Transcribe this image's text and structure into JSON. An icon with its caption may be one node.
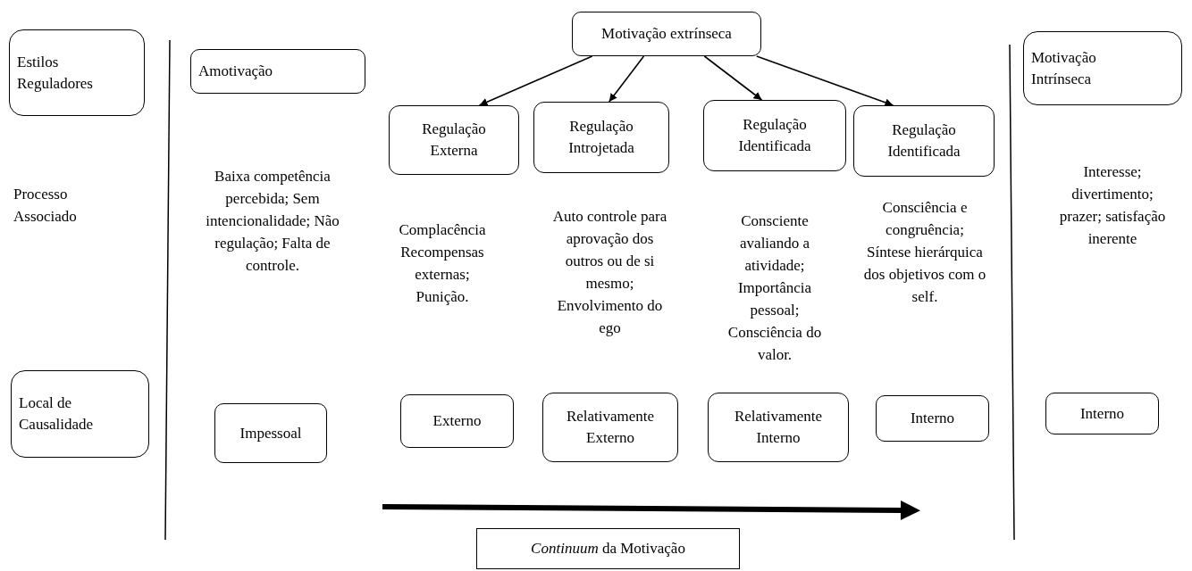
{
  "diagram": {
    "nodes": [
      {
        "text": [
          "Estilos Reguladores"
        ]
      },
      {
        "text": [
          "Amotivação"
        ]
      },
      {
        "text": [
          "Motivação extrínseca"
        ]
      },
      {
        "text": [
          "Motivação Intrínseca"
        ]
      },
      {
        "text": [
          "Regulação Externa"
        ]
      },
      {
        "text": [
          "Regulação Introjetada"
        ]
      },
      {
        "text": [
          "Regulação Identificada"
        ]
      },
      {
        "text": [
          "Regulação Identificada"
        ]
      },
      {
        "text": [
          "Local de Causalidade"
        ]
      },
      {
        "text": [
          "Impessoal"
        ]
      },
      {
        "text": [
          "Externo"
        ]
      },
      {
        "text": [
          "Relativamente Externo"
        ]
      },
      {
        "text": [
          "Relativamente Interno"
        ]
      },
      {
        "text": [
          "Interno"
        ]
      },
      {
        "text": [
          "Interno"
        ]
      },
      {
        "text": [
          "*Continuum* da Motivação"
        ]
      }
    ],
    "edges": [
      {
        "from": 2,
        "to": 4,
        "arrow": "to"
      },
      {
        "from": 2,
        "to": 5,
        "arrow": "to"
      },
      {
        "from": 2,
        "to": 6,
        "arrow": "to"
      },
      {
        "from": 2,
        "to": 7,
        "arrow": "to"
      }
    ],
    "labels": [
      "Processo Associado",
      "Baixa competência percebida; Sem intencionalidade; Não regulação; Falta de controle.",
      "Complacência Recompensas externas; Punição.",
      "Auto controle para aprovação dos outros ou de si mesmo; Envolvimento do ego",
      "Consciente avaliando a atividade; Importância pessoal; Consciência do valor.",
      "Consciência e congruência; Síntese hierárquica dos objetivos com o self.",
      "Interesse; divertimento; prazer; satisfação inerente"
    ]
  }
}
